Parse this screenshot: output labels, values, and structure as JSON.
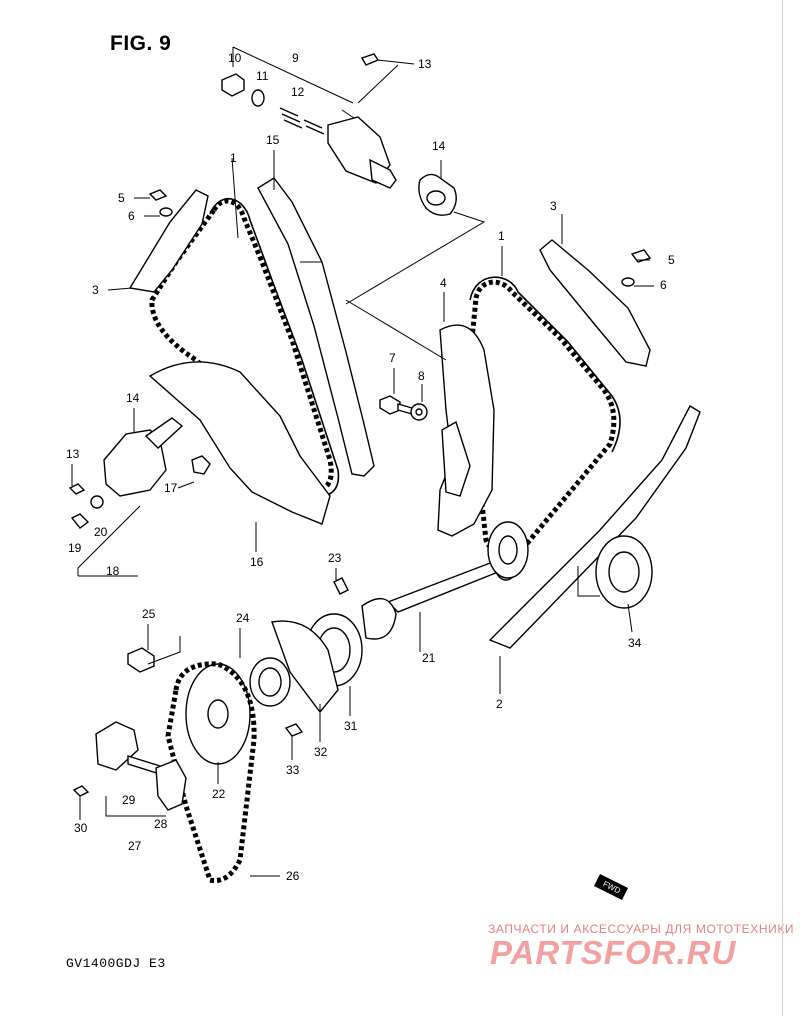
{
  "figure": {
    "title": "FIG. 9",
    "model_code": "GV1400GDJ  E3"
  },
  "watermark": {
    "subtitle": "ЗАПЧАСТИ И АКСЕССУАРЫ ДЛЯ МОТОТЕХНИКИ",
    "logo_text": "PARTSFOR.RU",
    "color": "#e58080"
  },
  "fwd_badge": {
    "text": "FWD"
  },
  "callouts": {
    "c1a": "1",
    "c1b": "1",
    "c2": "2",
    "c3a": "3",
    "c3b": "3",
    "c4": "4",
    "c5a": "5",
    "c5b": "5",
    "c6a": "6",
    "c6b": "6",
    "c7": "7",
    "c8": "8",
    "c9": "9",
    "c10": "10",
    "c11": "11",
    "c12": "12",
    "c13a": "13",
    "c13b": "13",
    "c14a": "14",
    "c14b": "14",
    "c15": "15",
    "c16": "16",
    "c17": "17",
    "c18": "18",
    "c19": "19",
    "c20": "20",
    "c21": "21",
    "c22": "22",
    "c23": "23",
    "c24": "24",
    "c25": "25",
    "c26": "26",
    "c27": "27",
    "c28": "28",
    "c29": "29",
    "c30": "30",
    "c31": "31",
    "c32": "32",
    "c33": "33",
    "c34": "34"
  }
}
